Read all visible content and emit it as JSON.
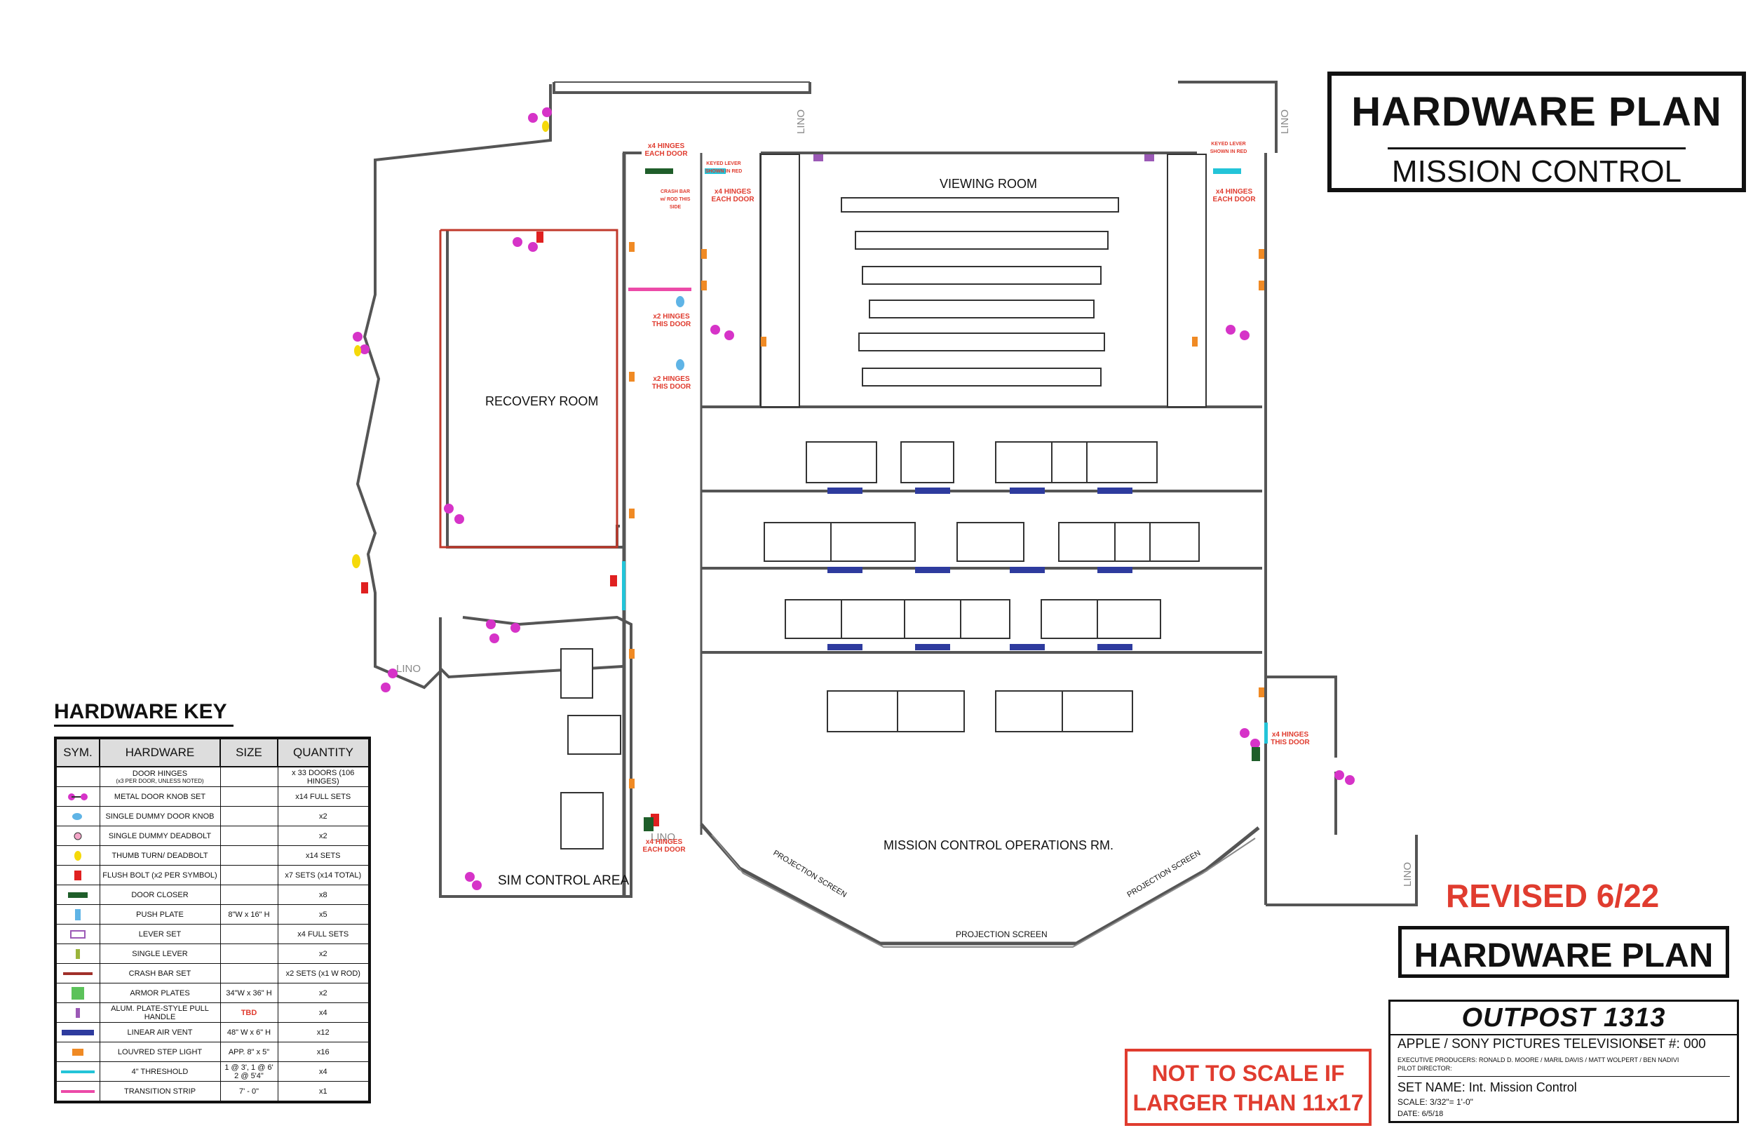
{
  "title": {
    "main": "HARDWARE PLAN",
    "sub": "MISSION CONTROL"
  },
  "revised": "REVISED 6/22",
  "secondary_title": "HARDWARE PLAN",
  "not_to_scale": "NOT TO SCALE IF LARGER THAN 11x17",
  "title_block": {
    "show": "OUTPOST 1313",
    "studio": "APPLE / SONY PICTURES TELEVISION",
    "set_number": "SET #: 000",
    "executive_producers": "EXECUTIVE PRODUCERS: RONALD D. MOORE / MARIL DAVIS / MATT WOLPERT / BEN NADIVI",
    "pilot_director": "PILOT DIRECTOR:",
    "set_name": "SET NAME: Int. Mission Control",
    "scale": "SCALE: 3/32\"= 1'-0\"",
    "date": "DATE: 6/5/18"
  },
  "rooms": {
    "viewing_room": "VIEWING ROOM",
    "recovery_room": "RECOVERY ROOM",
    "sim_control": "SIM CONTROL AREA",
    "operations": "MISSION CONTROL OPERATIONS RM.",
    "projection_screen": "PROJECTION SCREEN",
    "lino": "LINO"
  },
  "notes": {
    "hinges_each_door": "x4 HINGES EACH DOOR",
    "hinges_this_door": "x2 HINGES THIS DOOR",
    "hinges_this_door_4": "x4 HINGES THIS DOOR",
    "keyed_lever": "KEYED LEVER SHOWN IN RED",
    "crash_bar": "CRASH BAR w/ ROD THIS SIDE"
  },
  "hardware_key": {
    "title": "HARDWARE KEY",
    "headers": [
      "SYM.",
      "HARDWARE",
      "SIZE",
      "QUANTITY"
    ],
    "rows": [
      {
        "symbol": "hinge-icon",
        "hardware": "DOOR HINGES",
        "note": "(x3 PER DOOR, UNLESS NOTED)",
        "size": "",
        "quantity": "x 33 DOORS (106 HINGES)"
      },
      {
        "symbol": "knob-set-icon",
        "hardware": "METAL DOOR KNOB SET",
        "size": "",
        "quantity": "x14 FULL SETS"
      },
      {
        "symbol": "dummy-knob-icon",
        "hardware": "SINGLE DUMMY DOOR KNOB",
        "size": "",
        "quantity": "x2"
      },
      {
        "symbol": "dummy-deadbolt-icon",
        "hardware": "SINGLE DUMMY DEADBOLT",
        "size": "",
        "quantity": "x2"
      },
      {
        "symbol": "thumb-turn-icon",
        "hardware": "THUMB TURN/ DEADBOLT",
        "size": "",
        "quantity": "x14 SETS"
      },
      {
        "symbol": "flush-bolt-icon",
        "hardware": "FLUSH BOLT (x2 PER SYMBOL)",
        "size": "",
        "quantity": "x7 SETS (x14 TOTAL)"
      },
      {
        "symbol": "door-closer-icon",
        "hardware": "DOOR CLOSER",
        "size": "",
        "quantity": "x8"
      },
      {
        "symbol": "push-plate-icon",
        "hardware": "PUSH PLATE",
        "size": "8\"W x 16\" H",
        "quantity": "x5"
      },
      {
        "symbol": "lever-set-icon",
        "hardware": "LEVER SET",
        "size": "",
        "quantity": "x4 FULL SETS"
      },
      {
        "symbol": "single-lever-icon",
        "hardware": "SINGLE LEVER",
        "size": "",
        "quantity": "x2"
      },
      {
        "symbol": "crash-bar-icon",
        "hardware": "CRASH BAR SET",
        "size": "",
        "quantity": "x2 SETS (x1 W ROD)"
      },
      {
        "symbol": "armor-plate-icon",
        "hardware": "ARMOR PLATES",
        "size": "34\"W x 36\" H",
        "quantity": "x2"
      },
      {
        "symbol": "pull-handle-icon",
        "hardware": "ALUM. PLATE-STYLE PULL HANDLE",
        "size": "TBD",
        "quantity": "x4"
      },
      {
        "symbol": "air-vent-icon",
        "hardware": "LINEAR AIR VENT",
        "size": "48\" W x 6\" H",
        "quantity": "x12"
      },
      {
        "symbol": "step-light-icon",
        "hardware": "LOUVRED STEP LIGHT",
        "size": "APP. 8\" x 5\"",
        "quantity": "x16"
      },
      {
        "symbol": "threshold-icon",
        "hardware": "4\" THRESHOLD",
        "size": "1 @ 3', 1 @ 6' 2 @ 5'4\"",
        "quantity": "x4"
      },
      {
        "symbol": "transition-strip-icon",
        "hardware": "TRANSITION STRIP",
        "size": "7' - 0\"",
        "quantity": "x1"
      }
    ]
  },
  "colors": {
    "wall": "#555555",
    "wall_red": "#c0392b",
    "knob": "#d633c8",
    "thumb": "#f5d90a",
    "flush": "#e02020",
    "closer": "#1f5e2a",
    "push": "#5fb4e6",
    "lever": "#9b59b6",
    "armor": "#5cc25a",
    "vent": "#2e3b9e",
    "light": "#f08a24",
    "threshold": "#23c4d8",
    "transition": "#ec4aa8",
    "note": "#e03c2f"
  }
}
